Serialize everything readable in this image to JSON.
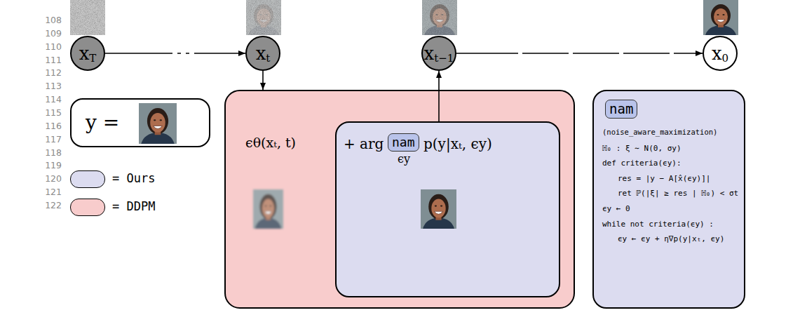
{
  "diagram": {
    "nodes": [
      {
        "text": [
          "x",
          "T"
        ]
      },
      {
        "text": [
          "x",
          "t"
        ]
      },
      {
        "text": [
          "x",
          "t−1"
        ]
      },
      {
        "text": [
          "x",
          "0"
        ]
      },
      {
        "text": [
          "y ="
        ]
      },
      {
        "text": [
          "ϵθ(xₜ, t)"
        ]
      },
      {
        "text": [
          "+ arg",
          "p(y|xₜ, ϵy)",
          "ϵy"
        ],
        "in": 5
      },
      {
        "text": [
          "nam"
        ],
        "in": 6
      },
      {
        "text": [
          "(noise_aware_maximization)",
          "ℍ₀ : ξ ∼ N(0, σy)",
          "def criteria(ϵy):",
          "res = |y − A[x̂(ϵy)]|",
          "ret ℙ(|ξ| ≥ res | ℍ₀) < σt",
          "ϵy ← 0",
          "while not criteria(ϵy) :",
          "ϵy ← ϵy + η∇p(y|xₜ, ϵy)"
        ]
      },
      {
        "text": [
          "nam"
        ],
        "in": 8
      }
    ],
    "edges": [
      {
        "from": 0,
        "to": 1,
        "arrow": "to"
      },
      {
        "from": 2,
        "to": 3,
        "arrow": "to"
      },
      {
        "from": 1,
        "to": 5,
        "arrow": "to"
      },
      {
        "from": 6,
        "to": 2,
        "arrow": "to"
      }
    ],
    "labels": [
      "108",
      "109",
      "110",
      "111",
      "112",
      "113",
      "114",
      "115",
      "116",
      "117",
      "118",
      "119",
      "120",
      "121",
      "122"
    ],
    "legend": [
      {
        "text": "= Ours",
        "color": "#dcdcf0"
      },
      {
        "text": "= DDPM",
        "color": "#f8cccc"
      }
    ]
  }
}
